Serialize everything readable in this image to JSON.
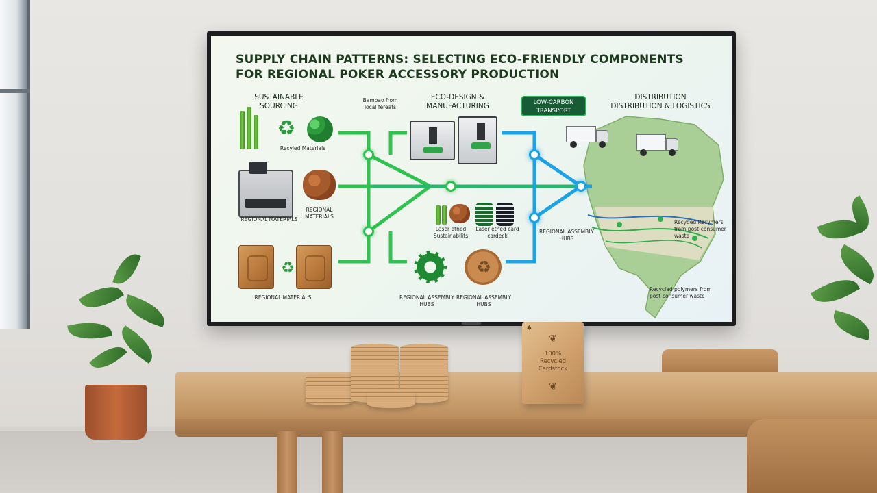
{
  "screen": {
    "title_line1": "SUPPLY CHAIN PATTERNS: SELECTING ECO-FRIENDLY COMPONENTS",
    "title_line2": "FOR REGIONAL POKER ACCESSORY PRODUCTION",
    "stages": {
      "sourcing": "SUSTAINABLE SOURCING",
      "design": "ECO-DESIGN & MANUFACTURING",
      "transport_badge": "LOW-CARBON TRANSPORT",
      "distribution_1": "DISTRIBUTION",
      "distribution_2": "DISTRIBUTION & LOGISTICS"
    },
    "labels": {
      "bamboo": "Bambao from local fereats",
      "recycled_materials": "Recyled Materials",
      "regional_materials_a": "REGIONAL MATERIALS",
      "regional_materials_b": "REGIONAL MATERIALS",
      "regional_materials_c": "REGIONAL MATERIALS",
      "laser_1": "Laser ethed Sustainabilits",
      "laser_2": "Laser ethed card cardeck",
      "assembly_1": "REGIONAL ASSEMBLY HUBS",
      "assembly_2": "REGIONAL ASSEMBLY HUBS",
      "assembly_3": "REGIONAL ASSEMBLY HUBS",
      "map_note_1": "Recyded Recymers from post-consumer waste",
      "map_note_2": "Recyclad polymers from post-consumer waste"
    }
  },
  "table_block": {
    "line1": "100%",
    "line2": "Recycled",
    "line3": "Cardstock"
  },
  "colors": {
    "flow_green": "#2fc24f",
    "flow_blue": "#1ca3e6",
    "badge_bg": "#175c34",
    "wood": "#cfa06c"
  }
}
